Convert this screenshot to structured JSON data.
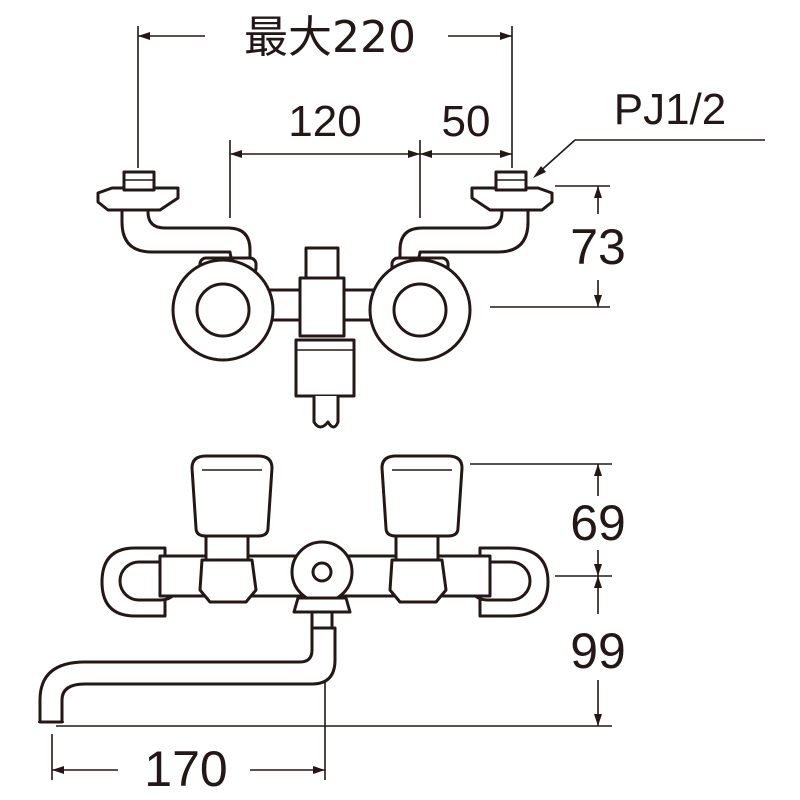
{
  "dimensions": {
    "overall_width": "最大220",
    "center_spacing": "120",
    "offset": "50",
    "thread_spec": "PJ1/2",
    "top_height": "73",
    "handle_height": "69",
    "spout_height": "99",
    "spout_length": "170"
  },
  "colors": {
    "line": "#231815",
    "background": "#ffffff"
  }
}
